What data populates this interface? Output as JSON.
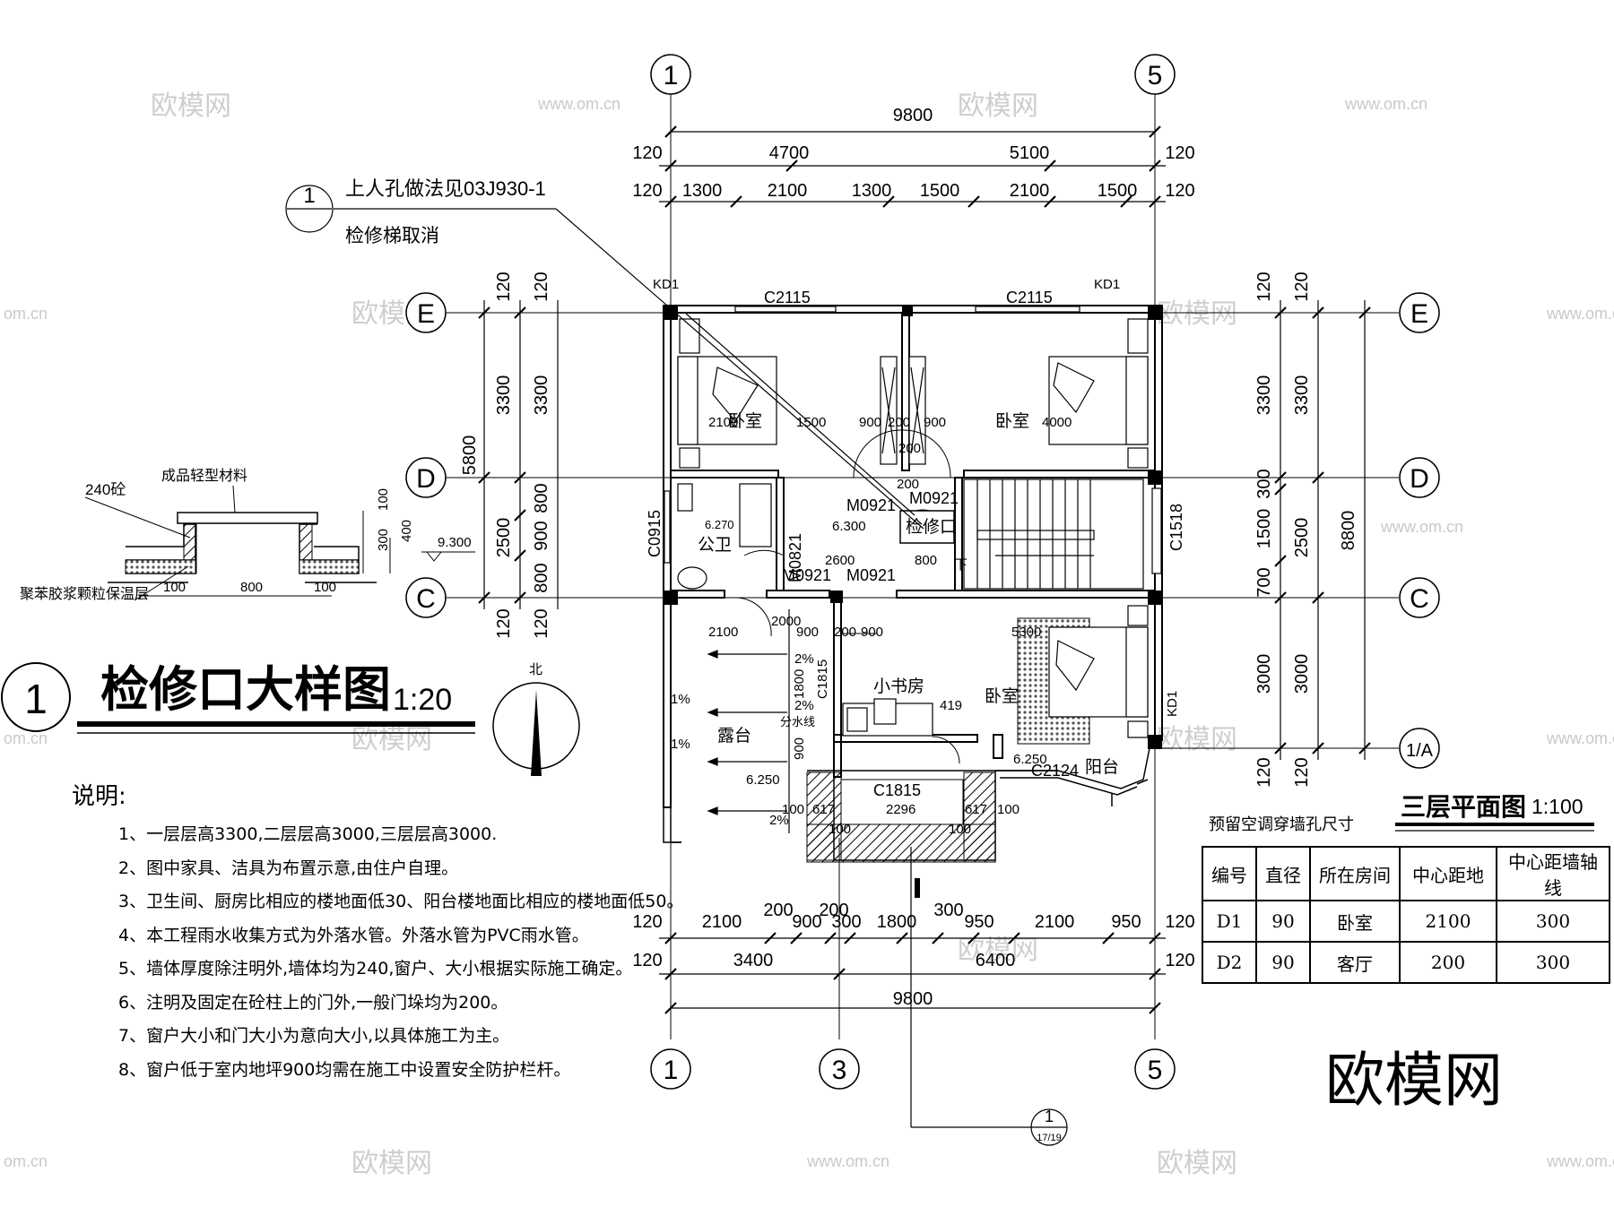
{
  "axes": {
    "top": [
      "1",
      "5"
    ],
    "bottom": [
      "1",
      "3",
      "5"
    ],
    "left": [
      "E",
      "D",
      "C"
    ],
    "right": [
      "E",
      "D",
      "C",
      "1/A"
    ]
  },
  "dims": {
    "top_total": "9800",
    "top_mid": [
      "120",
      "4700",
      "5100",
      "120"
    ],
    "top_row": [
      "120",
      "1300",
      "2100",
      "1300",
      "1500",
      "2100",
      "1500",
      "120"
    ],
    "bottom_row": [
      "120",
      "2100",
      "200",
      "900",
      "200",
      "300",
      "1800",
      "300",
      "950",
      "2100",
      "950",
      "120"
    ],
    "bottom_mid": [
      "120",
      "3400",
      "6400",
      "120"
    ],
    "bottom_total": "9800",
    "left_outer": [
      "120",
      "3300",
      "2500",
      "120"
    ],
    "left_inner": [
      "120",
      "3300",
      "800",
      "900",
      "800",
      "120"
    ],
    "left_total": "5800",
    "right_inner": [
      "120",
      "3300",
      "300",
      "1500",
      "700",
      "3000",
      "120"
    ],
    "right_outer": [
      "120",
      "3300",
      "2500",
      "3000",
      "120"
    ],
    "right_total": "8800"
  },
  "callout": {
    "symbol": "1",
    "line1": "上人孔做法见03J930-1",
    "line2": "检修梯取消"
  },
  "room_labels": {
    "bedroom": "卧室",
    "public_wc": "公卫",
    "hatch": "检修口",
    "study": "小书房",
    "terrace": "露台",
    "balcony": "阳台",
    "down": "下",
    "drain": "分水线"
  },
  "plan_labels": [
    "C2115",
    "C2115",
    "KD1",
    "KD1",
    "KD1",
    "M0921",
    "M0921",
    "M0921",
    "M0921",
    "M0821",
    "C0915",
    "C1518",
    "C1815",
    "C1815",
    "C2124",
    "2100",
    "1500",
    "900",
    "200",
    "900",
    "4000",
    "200",
    "6.270",
    "6.300",
    "800",
    "2600",
    "2100",
    "2000",
    "900",
    "200",
    "900",
    "5300",
    "1800",
    "419",
    "900",
    "6.250",
    "6.250",
    "2%",
    "2%",
    "2%",
    "1%",
    "1%",
    "2296",
    "100",
    "617",
    "100",
    "100",
    "617",
    "100",
    "200"
  ],
  "detail": {
    "label_top": "成品轻型材料",
    "label_wall": "240砼",
    "label_insul": "聚苯胶浆颗粒保温层",
    "dim_bottom": [
      "100",
      "800",
      "100"
    ],
    "dim_side": [
      "100",
      "300",
      "400"
    ],
    "elevation": "9.300"
  },
  "detail_title": {
    "number": "1",
    "text": "检修口大样图",
    "scale": "1:20"
  },
  "north": "北",
  "notes": {
    "title": "说明:",
    "items": [
      "1、一层层高3300,二层层高3000,三层层高3000.",
      "2、图中家具、洁具为布置示意,由住户自理。",
      "3、卫生间、厨房比相应的楼地面低30、阳台楼地面比相应的楼地面低50。",
      "4、本工程雨水收集方式为外落水管。外落水管为PVC雨水管。",
      "5、墙体厚度除注明外,墙体均为240,窗户、大小根据实际施工确定。",
      "6、注明及固定在砼柱上的门外,一般门垛均为200。",
      "7、窗户大小和门大小为意向大小,以具体施工为主。",
      "8、窗户低于室内地坪900均需在施工中设置安全防护栏杆。"
    ]
  },
  "plan_title": {
    "text": "三层平面图",
    "scale": "1:100"
  },
  "table_title": "预留空调穿墙孔尺寸",
  "table": {
    "headers": [
      "编号",
      "直径",
      "所在房间",
      "中心距地",
      "中心距墙轴线"
    ],
    "rows": [
      [
        "D1",
        "90",
        "卧室",
        "2100",
        "300"
      ],
      [
        "D2",
        "90",
        "客厅",
        "200",
        "300"
      ]
    ]
  },
  "section_mark": {
    "num": "1",
    "ref": "17/19"
  },
  "watermarks": [
    "欧模网",
    "www.om.cn",
    "om.cn"
  ],
  "logo": "欧模网"
}
